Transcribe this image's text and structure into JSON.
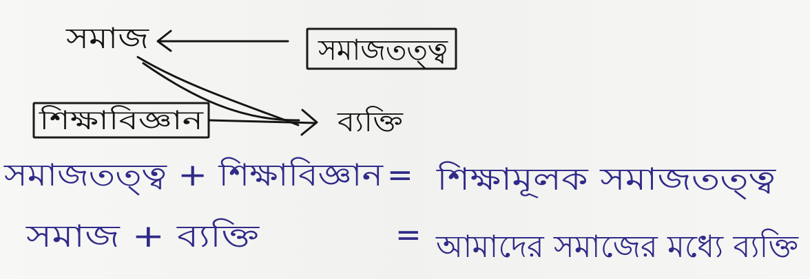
{
  "diagram": {
    "nodes": {
      "society": "সমাজ",
      "sociology_box": "সমাজতত্ত্ব",
      "education_box": "শিক্ষাবিজ্ঞান",
      "individual": "ব্যক্তি"
    },
    "equations": [
      {
        "lhs": "সমাজতত্ত্ব + শিক্ষাবিজ্ঞান",
        "eq": "=",
        "rhs": "শিক্ষামূলক সমাজতত্ত্ব"
      },
      {
        "lhs": "সমাজ + ব্যক্তি",
        "eq": "=",
        "rhs": "আমাদের সমাজের মধ্যে ব্যক্তি"
      }
    ]
  },
  "colors": {
    "pencil_black": "#141414",
    "ink_blue": "#2f2a88",
    "paper": "#f4f4f2"
  }
}
